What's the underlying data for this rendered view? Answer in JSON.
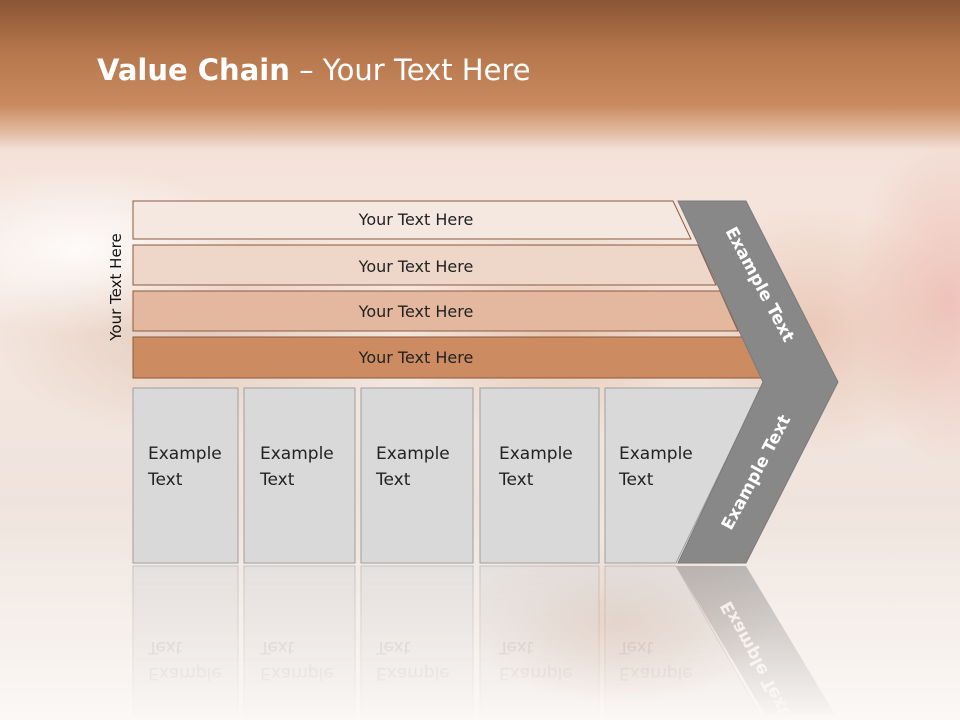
{
  "title": {
    "bold": "Value Chain",
    "rest": " – Your Text Here"
  },
  "side_label": "Your Text Here",
  "bars": [
    {
      "label": "Your Text Here",
      "color": "#f5e8e1"
    },
    {
      "label": "Your Text Here",
      "color": "#eed6c8"
    },
    {
      "label": "Your Text Here",
      "color": "#e3b89f"
    },
    {
      "label": "Your Text Here",
      "color": "#cd8b62"
    }
  ],
  "boxes": [
    {
      "line1": "Example",
      "line2": "Text"
    },
    {
      "line1": "Example",
      "line2": "Text"
    },
    {
      "line1": "Example",
      "line2": "Text"
    },
    {
      "line1": "Example",
      "line2": "Text"
    },
    {
      "line1": "Example",
      "line2": "Text"
    }
  ],
  "chevron": {
    "upper_label": "Example Text",
    "lower_label": "Example Text",
    "color": "#888888"
  },
  "colors": {
    "box_fill": "#d9d9d9",
    "box_stroke": "#9e9e9e",
    "bar_stroke": "#8b5a3c"
  }
}
